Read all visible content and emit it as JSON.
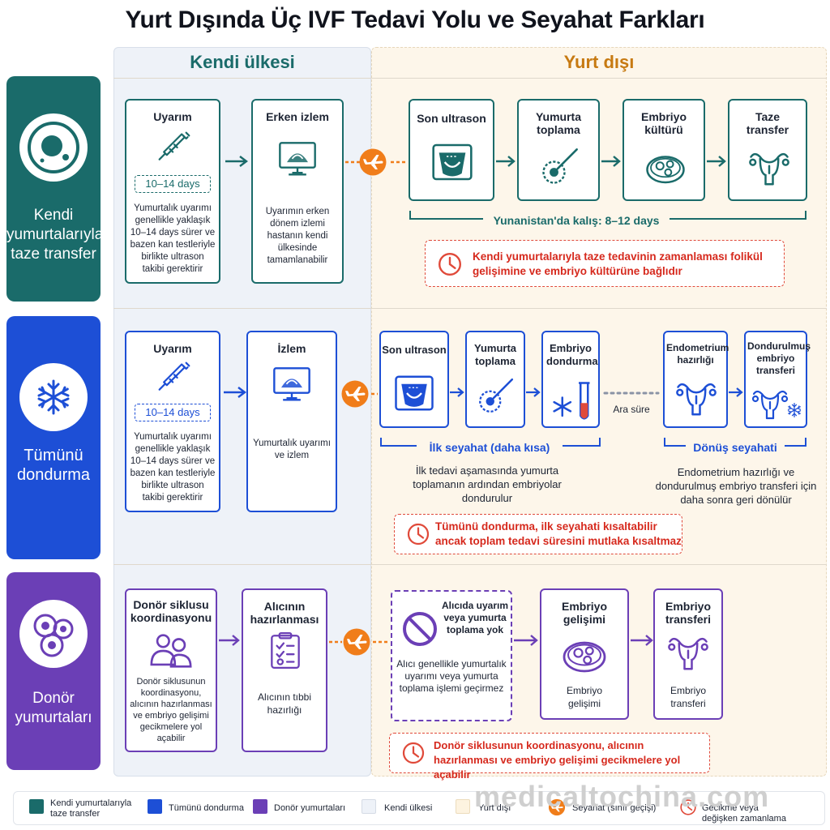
{
  "title": "Yurt Dışında Üç IVF Tedavi Yolu ve Seyahat Farkları",
  "columns": {
    "home": "Kendi ülkesi",
    "abroad": "Yurt dışı"
  },
  "colors": {
    "teal": "#1a6b6a",
    "blue": "#1d4fd6",
    "purple": "#6b3fb6",
    "orange": "#f07d1a",
    "red": "#d6291d",
    "home_bg": "#eef2f8",
    "abroad_bg": "#fdf6ea"
  },
  "rows": [
    {
      "label": "Kendi yumurtalarıyla taze transfer",
      "icon": "egg-cell-icon",
      "home_steps": [
        {
          "title": "Uyarım",
          "icon": "syringe-icon",
          "days": "10–14 days",
          "desc": "Yumurtalık uyarımı genellikle yaklaşık 10–14 days sürer ve bazen kan testleriyle birlikte ultrason takibi gerektirir"
        },
        {
          "title": "Erken izlem",
          "icon": "ultrasound-monitor-icon",
          "desc": "Uyarımın erken dönem izlemi hastanın kendi ülkesinde tamamlanabilir"
        }
      ],
      "abroad_steps": [
        {
          "title": "Son ultrason",
          "icon": "ultrasound-scan-icon"
        },
        {
          "title": "Yumurta toplama",
          "icon": "egg-retrieval-icon"
        },
        {
          "title": "Embriyo kültürü",
          "icon": "petri-dish-icon"
        },
        {
          "title": "Taze transfer",
          "icon": "uterus-icon"
        }
      ],
      "stay": "Yunanistan'da kalış: 8–12 days",
      "note": "Kendi yumurtalarıyla taze tedavinin zamanlaması folikül gelişimine ve embriyo kültürüne bağlıdır"
    },
    {
      "label": "Tümünü dondurma",
      "icon": "snowflake-icon",
      "home_steps": [
        {
          "title": "Uyarım",
          "icon": "syringe-icon",
          "days": "10–14 days",
          "desc": "Yumurtalık uyarımı genellikle yaklaşık 10–14 days sürer ve bazen kan testleriyle birlikte ultrason takibi gerektirir"
        },
        {
          "title": "İzlem",
          "icon": "ultrasound-monitor-icon",
          "desc": "Yumurtalık uyarımı ve izlem"
        }
      ],
      "abroad_steps": [
        {
          "title": "Son ultrason",
          "icon": "ultrasound-scan-icon"
        },
        {
          "title": "Yumurta toplama",
          "icon": "egg-retrieval-icon"
        },
        {
          "title": "Embriyo dondurma",
          "icon": "freeze-tube-icon"
        },
        {
          "title": "Endometrium hazırlığı",
          "icon": "uterus-icon"
        },
        {
          "title": "Dondurulmuş embriyo transferi",
          "icon": "uterus-snowflake-icon"
        }
      ],
      "interval": "Ara süre",
      "trip1": "İlk seyahat (daha kısa)",
      "trip1_desc": "İlk tedavi aşamasında yumurta toplamanın ardından embriyolar dondurulur",
      "trip2": "Dönüş seyahati",
      "trip2_desc": "Endometrium hazırlığı ve dondurulmuş embriyo transferi için daha sonra geri dönülür",
      "note": "Tümünü dondurma, ilk seyahati kısaltabilir ancak toplam tedavi süresini mutlaka kısaltmaz"
    },
    {
      "label": "Donör yumurtaları",
      "icon": "donor-eggs-icon",
      "home_steps": [
        {
          "title": "Donör siklusu koordinasyonu",
          "icon": "people-icon",
          "desc": "Donör siklusunun koordinasyonu, alıcının hazırlanması ve embriyo gelişimi gecikmelere yol açabilir"
        },
        {
          "title": "Alıcının hazırlanması",
          "icon": "clipboard-icon",
          "desc": "Alıcının tıbbi hazırlığı"
        }
      ],
      "abroad_steps": [
        {
          "title": "Alıcıda uyarım veya yumurta toplama yok",
          "icon": "no-symbol-icon",
          "desc": "Alıcı genellikle yumurtalık uyarımı veya yumurta toplama işlemi geçirmez"
        },
        {
          "title": "Embriyo gelişimi",
          "icon": "petri-dish-icon",
          "desc": "Embriyo gelişimi"
        },
        {
          "title": "Embriyo transferi",
          "icon": "uterus-icon",
          "desc": "Embriyo transferi"
        }
      ],
      "note": "Donör siklusunun koordinasyonu, alıcının hazırlanması ve embriyo gelişimi gecikmelere yol açabilir"
    }
  ],
  "legend": [
    {
      "label": "Kendi yumurtalarıyla taze transfer",
      "color": "#1a6b6a"
    },
    {
      "label": "Tümünü dondurma",
      "color": "#1d4fd6"
    },
    {
      "label": "Donör yumurtaları",
      "color": "#6b3fb6"
    },
    {
      "label": "Kendi ülkesi",
      "color": "#eef2f8"
    },
    {
      "label": "Yurt dışı",
      "color": "#fdf6ea"
    },
    {
      "label": "Seyahat (sınır geçişi)",
      "icon": "plane-icon"
    },
    {
      "label": "Gecikme veya değişken zamanlama",
      "icon": "clock-icon"
    }
  ],
  "watermark": "medicaltochina.com"
}
